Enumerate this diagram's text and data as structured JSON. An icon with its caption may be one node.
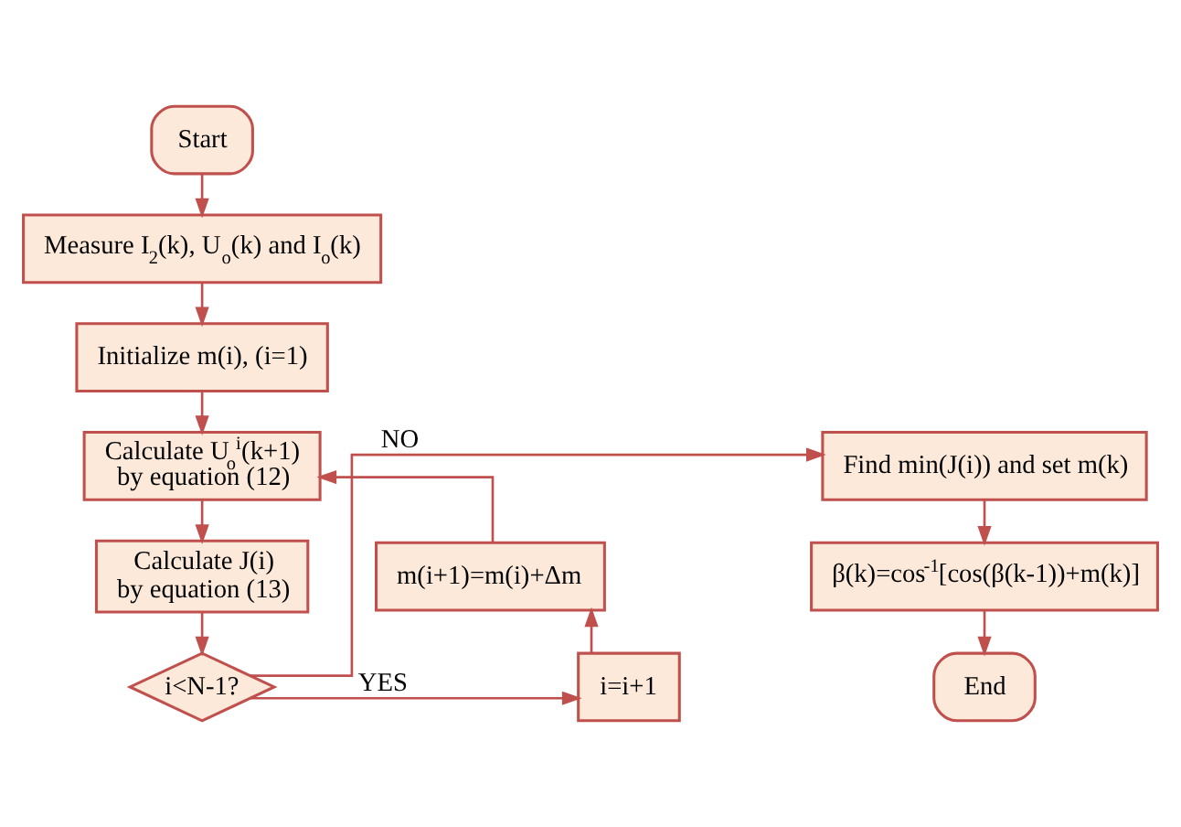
{
  "diagram": {
    "nodes": [
      {
        "text": [
          "Start"
        ]
      },
      {
        "text": [
          "Measure I$_{2}$(k), U$_{o}$(k) and I$_{o}$(k)"
        ]
      },
      {
        "text": [
          "Initialize m(i), (i=1)"
        ]
      },
      {
        "text": [
          "Calculate U$_{o}$$^{i}$(k+1) by equation (12)"
        ]
      },
      {
        "text": [
          "Calculate J(i) by equation (13)"
        ]
      },
      {
        "text": [
          "i<N-1?"
        ]
      },
      {
        "text": [
          "i=i+1"
        ]
      },
      {
        "text": [
          "m(i+1)=m(i)+Δm"
        ]
      },
      {
        "text": [
          "Find min(J(i)) and set m(k)"
        ]
      },
      {
        "text": [
          "β(k)=cos$^{-1}$[cos(β(k-1))+m(k)]"
        ]
      },
      {
        "text": [
          "End"
        ]
      }
    ],
    "edges": [
      {
        "from": 0,
        "to": 1,
        "arrow": "to"
      },
      {
        "from": 1,
        "to": 2,
        "arrow": "to"
      },
      {
        "from": 2,
        "to": 3,
        "arrow": "to"
      },
      {
        "from": 3,
        "to": 4,
        "arrow": "to"
      },
      {
        "from": 4,
        "to": 5,
        "arrow": "to"
      },
      {
        "from": 5,
        "to": 6,
        "arrow": "to",
        "label": "YES"
      },
      {
        "from": 6,
        "to": 7,
        "arrow": "to"
      },
      {
        "from": 7,
        "to": 3,
        "arrow": "to"
      },
      {
        "from": 5,
        "to": 8,
        "arrow": "to",
        "label": "NO"
      },
      {
        "from": 8,
        "to": 9,
        "arrow": "to"
      },
      {
        "from": 9,
        "to": 10,
        "arrow": "to"
      }
    ]
  }
}
